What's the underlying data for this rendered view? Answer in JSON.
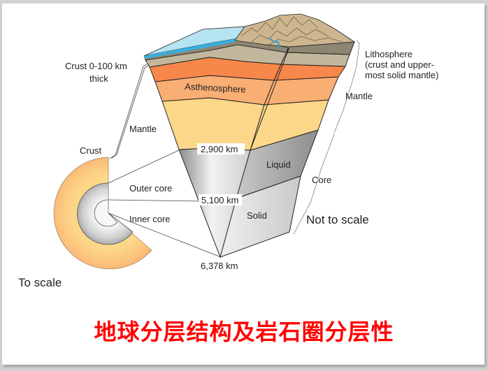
{
  "slide": {
    "title": "地球分层结构及岩石圈分层性",
    "title_color": "#ff0000",
    "background": "#ffffff"
  },
  "diagram": {
    "left_labels": {
      "crust_thickness_line1": "Crust 0-100 km",
      "crust_thickness_line2": "thick",
      "mantle": "Mantle",
      "crust": "Crust",
      "outer_core": "Outer core",
      "inner_core": "Inner core",
      "to_scale": "To scale"
    },
    "block_labels": {
      "asthenosphere": "Asthenosphere",
      "depth_2900": "2,900 km",
      "depth_5100": "5,100 km",
      "depth_6378": "6,378 km",
      "liquid": "Liquid",
      "solid": "Solid"
    },
    "right_labels": {
      "lithosphere_line1": "Lithosphere",
      "lithosphere_line2": "(crust and upper-",
      "lithosphere_line3": "most solid mantle)",
      "mantle": "Mantle",
      "core": "Core",
      "not_to_scale": "Not to scale"
    },
    "colors": {
      "ocean": "#b5e3f2",
      "ocean_edge": "#36b0e0",
      "land_top": "#cdb58e",
      "land_side": "#8e8672",
      "lithosphere_mantle": "#c2b79c",
      "asthenosphere": "#f7874a",
      "upper_mantle": "#f9ae74",
      "lower_mantle": "#fdd789",
      "outer_core": "#9a9a9a",
      "inner_core": "#e3e3e3",
      "river": "#1fa0d6"
    }
  }
}
